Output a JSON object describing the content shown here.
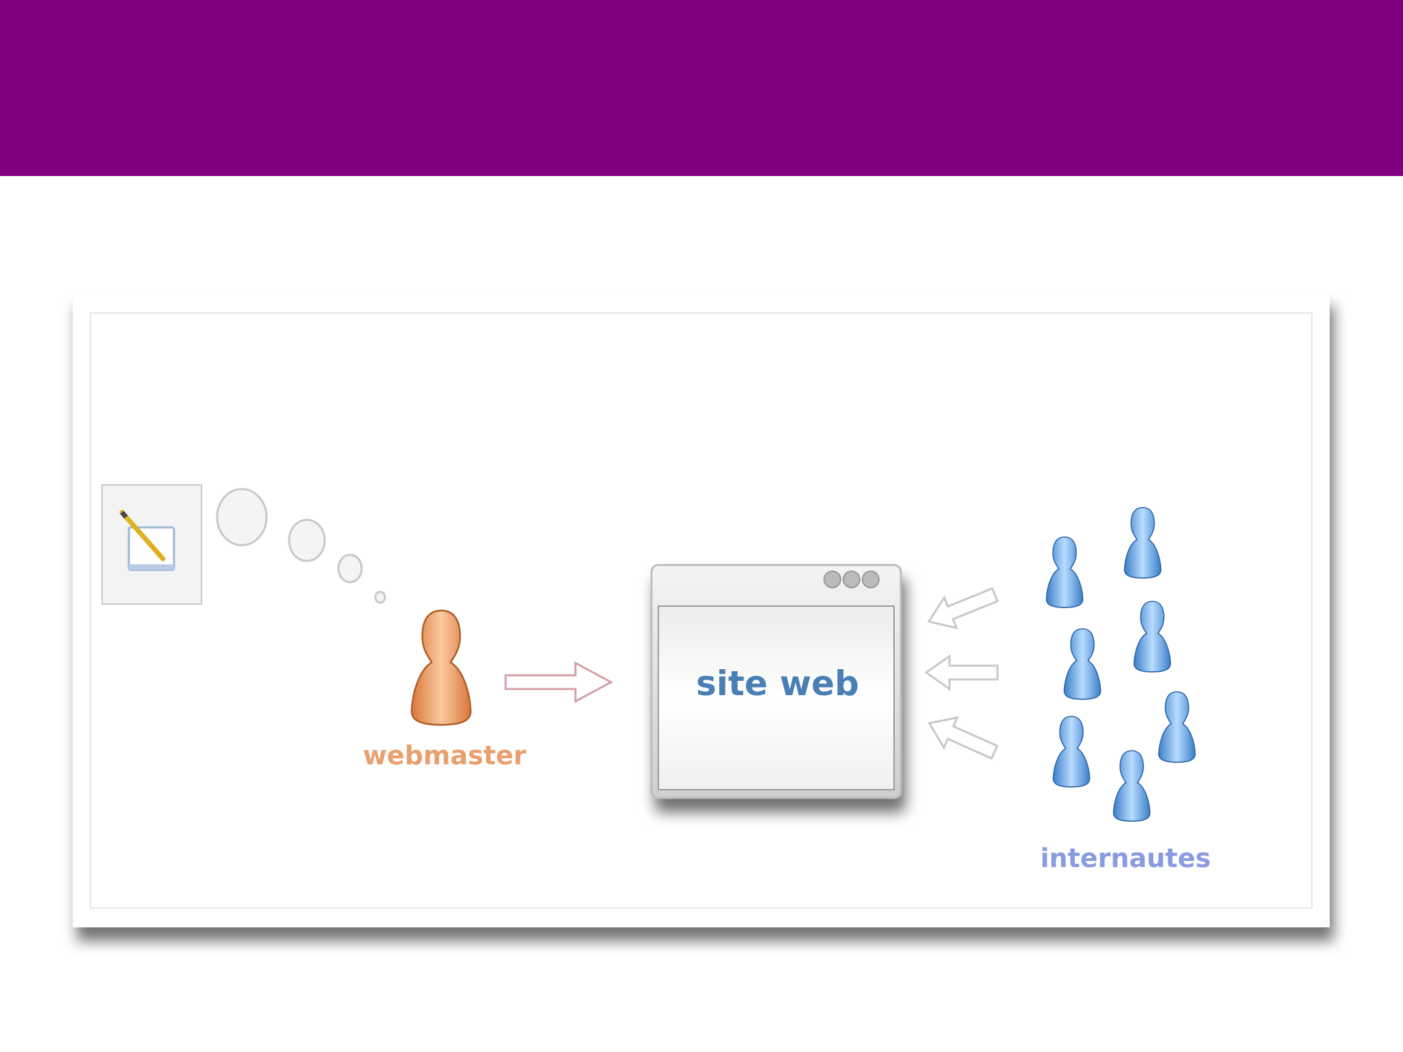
{
  "slide": {
    "header_color": "#800080"
  },
  "diagram": {
    "webmaster_label": "webmaster",
    "site_label": "site web",
    "users_label": "internautes",
    "colors": {
      "webmaster": "#e8a070",
      "site": "#4a7fb5",
      "users": "#8a9be0"
    },
    "icons": [
      "notepad-pencil-icon",
      "thought-bubble-icon",
      "person-icon",
      "browser-window-icon",
      "arrow-icon"
    ]
  }
}
